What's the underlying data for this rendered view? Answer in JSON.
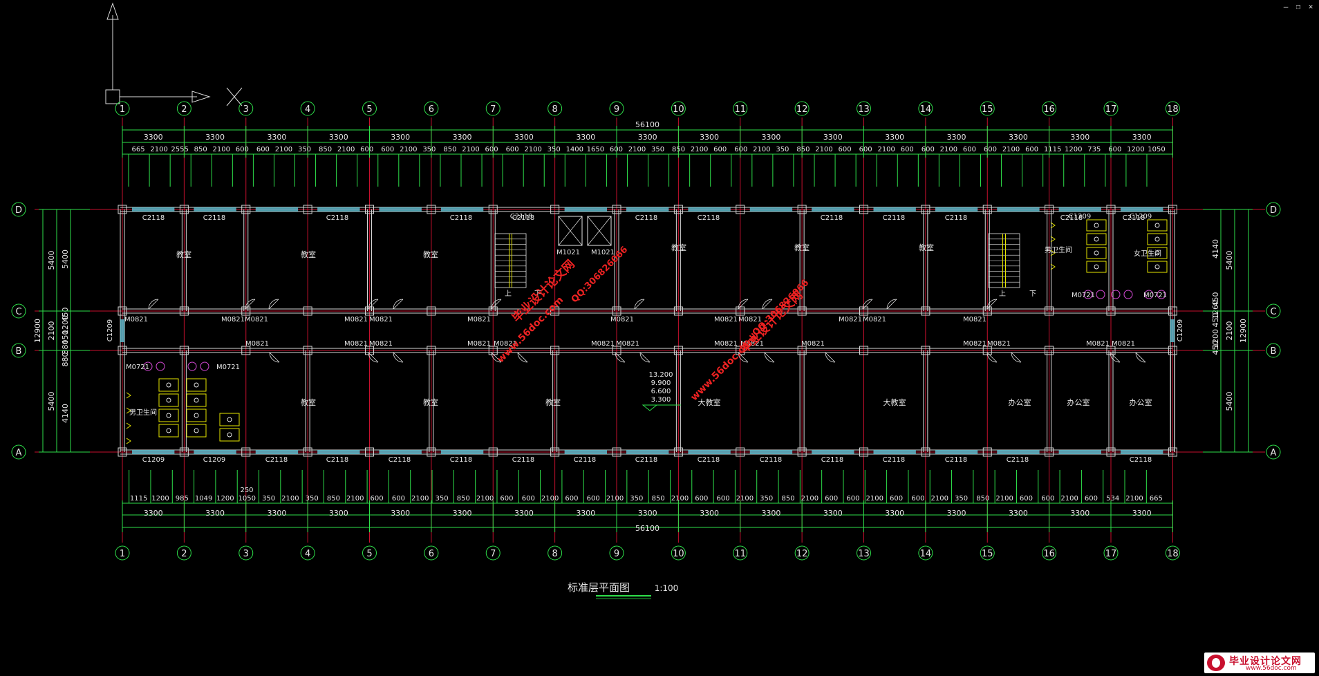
{
  "window": {
    "min_icon": "minimize-icon",
    "max_icon": "restore-icon",
    "close_icon": "close-icon"
  },
  "ucs": {
    "x_label": "X"
  },
  "axes_x": [
    "1",
    "2",
    "3",
    "4",
    "5",
    "6",
    "7",
    "8",
    "9",
    "10",
    "11",
    "12",
    "13",
    "14",
    "15",
    "16",
    "17",
    "18"
  ],
  "axes_y": [
    "D",
    "C",
    "B",
    "A"
  ],
  "dims_top_total": "56100",
  "dims_top_bays": [
    "3300",
    "3300",
    "3300",
    "3300",
    "3300",
    "3300",
    "3300",
    "3300",
    "3300",
    "3300",
    "3300",
    "3300",
    "3300",
    "3300",
    "3300",
    "3300",
    "3300"
  ],
  "dims_top_detail": [
    "665",
    "2100",
    "2555",
    "850",
    "2100",
    "600",
    "600",
    "2100",
    "350",
    "850",
    "2100",
    "600",
    "600",
    "2100",
    "350",
    "850",
    "2100",
    "600",
    "600",
    "2100",
    "350",
    "1400",
    "1650",
    "600",
    "2100",
    "350",
    "850",
    "2100",
    "600",
    "600",
    "2100",
    "350",
    "850",
    "2100",
    "600",
    "600",
    "2100",
    "600",
    "600",
    "2100",
    "600",
    "600",
    "2100",
    "600",
    "1115",
    "1200",
    "735",
    "600",
    "1200",
    "1050"
  ],
  "dims_bottom_total": "56100",
  "dims_bottom_bays": [
    "3300",
    "3300",
    "3300",
    "3300",
    "3300",
    "3300",
    "3300",
    "3300",
    "3300",
    "3300",
    "3300",
    "3300",
    "3300",
    "3300",
    "3300",
    "3300",
    "3300"
  ],
  "dims_bottom_detail": [
    "1115",
    "1200",
    "985",
    "1049",
    "1200",
    "1050",
    "350",
    "2100",
    "350",
    "850",
    "2100",
    "600",
    "600",
    "2100",
    "350",
    "850",
    "2100",
    "600",
    "600",
    "2100",
    "600",
    "600",
    "2100",
    "350",
    "850",
    "2100",
    "600",
    "600",
    "2100",
    "350",
    "850",
    "2100",
    "600",
    "600",
    "2100",
    "600",
    "600",
    "2100",
    "350",
    "850",
    "2100",
    "600",
    "600",
    "2100",
    "600",
    "534",
    "2100",
    "665"
  ],
  "dims_bottom_extra": "250",
  "dims_left_outer": "12900",
  "dims_left_inner": [
    "5400",
    "2100",
    "5400"
  ],
  "dims_left_detail": [
    "5400",
    "450",
    "1200",
    "450",
    "380",
    "880",
    "4140"
  ],
  "dims_right_outer": "12900",
  "dims_right_inner": [
    "5400",
    "2100",
    "5400"
  ],
  "dims_right_detail": [
    "4140",
    "450",
    "1260",
    "450",
    "1200",
    "450"
  ],
  "windows_top": [
    "C2118",
    "C2118",
    "C2118",
    "C2118",
    "C2118",
    "C2118",
    "C2118",
    "C2118",
    "C2118",
    "C2118",
    "C2118",
    "C2118",
    "C1209",
    "C1209"
  ],
  "windows_bottom": [
    "C1209",
    "C1209",
    "C2118",
    "C2118",
    "C2118",
    "C2118",
    "C2118",
    "C2118",
    "C2118",
    "C2118",
    "C2118",
    "C2118",
    "C2118",
    "C2118",
    "C2118",
    "C2118"
  ],
  "windows_side": [
    "C1209",
    "C1209"
  ],
  "doors_north": [
    "M0821",
    "M0821",
    "M0821",
    "M0821",
    "M0821",
    "M0821",
    "M0821",
    "M0821",
    "M0821",
    "M0821",
    "M0821",
    "M0821",
    "M0721",
    "M0721",
    "M1021",
    "M1021"
  ],
  "doors_south": [
    "M0821",
    "M0821",
    "M0821",
    "M0821",
    "M0821",
    "M0821",
    "M0821",
    "M0821",
    "M0821",
    "M0821",
    "M0821",
    "M0821",
    "M0821",
    "M0821",
    "M0721",
    "M0721"
  ],
  "rooms": {
    "classroom": "教室",
    "big_classroom": "大教室",
    "office": "办公室",
    "male_wc": "男卫生间",
    "female_wc": "女卫生间",
    "up": "上",
    "down": "下"
  },
  "elevations": [
    "13.200",
    "9.900",
    "6.600",
    "3.300"
  ],
  "watermarks": [
    "毕业设计论文网",
    "www.56doc.com",
    "QQ:306826066"
  ],
  "title": "标准层平面图",
  "scale": "1:100",
  "logo_text": "毕业设计论文网",
  "logo_url": "www.56doc.com",
  "colors": {
    "grid": "#c8102e",
    "dim": "#2ee04a",
    "wall": "#d6d6d6",
    "window": "#5fc3d6",
    "bubble": "#2ee04a",
    "text": "#e6e6e6",
    "fixture": "#e6e600",
    "wc": "#d54ad6",
    "watermark": "#ee2222"
  }
}
